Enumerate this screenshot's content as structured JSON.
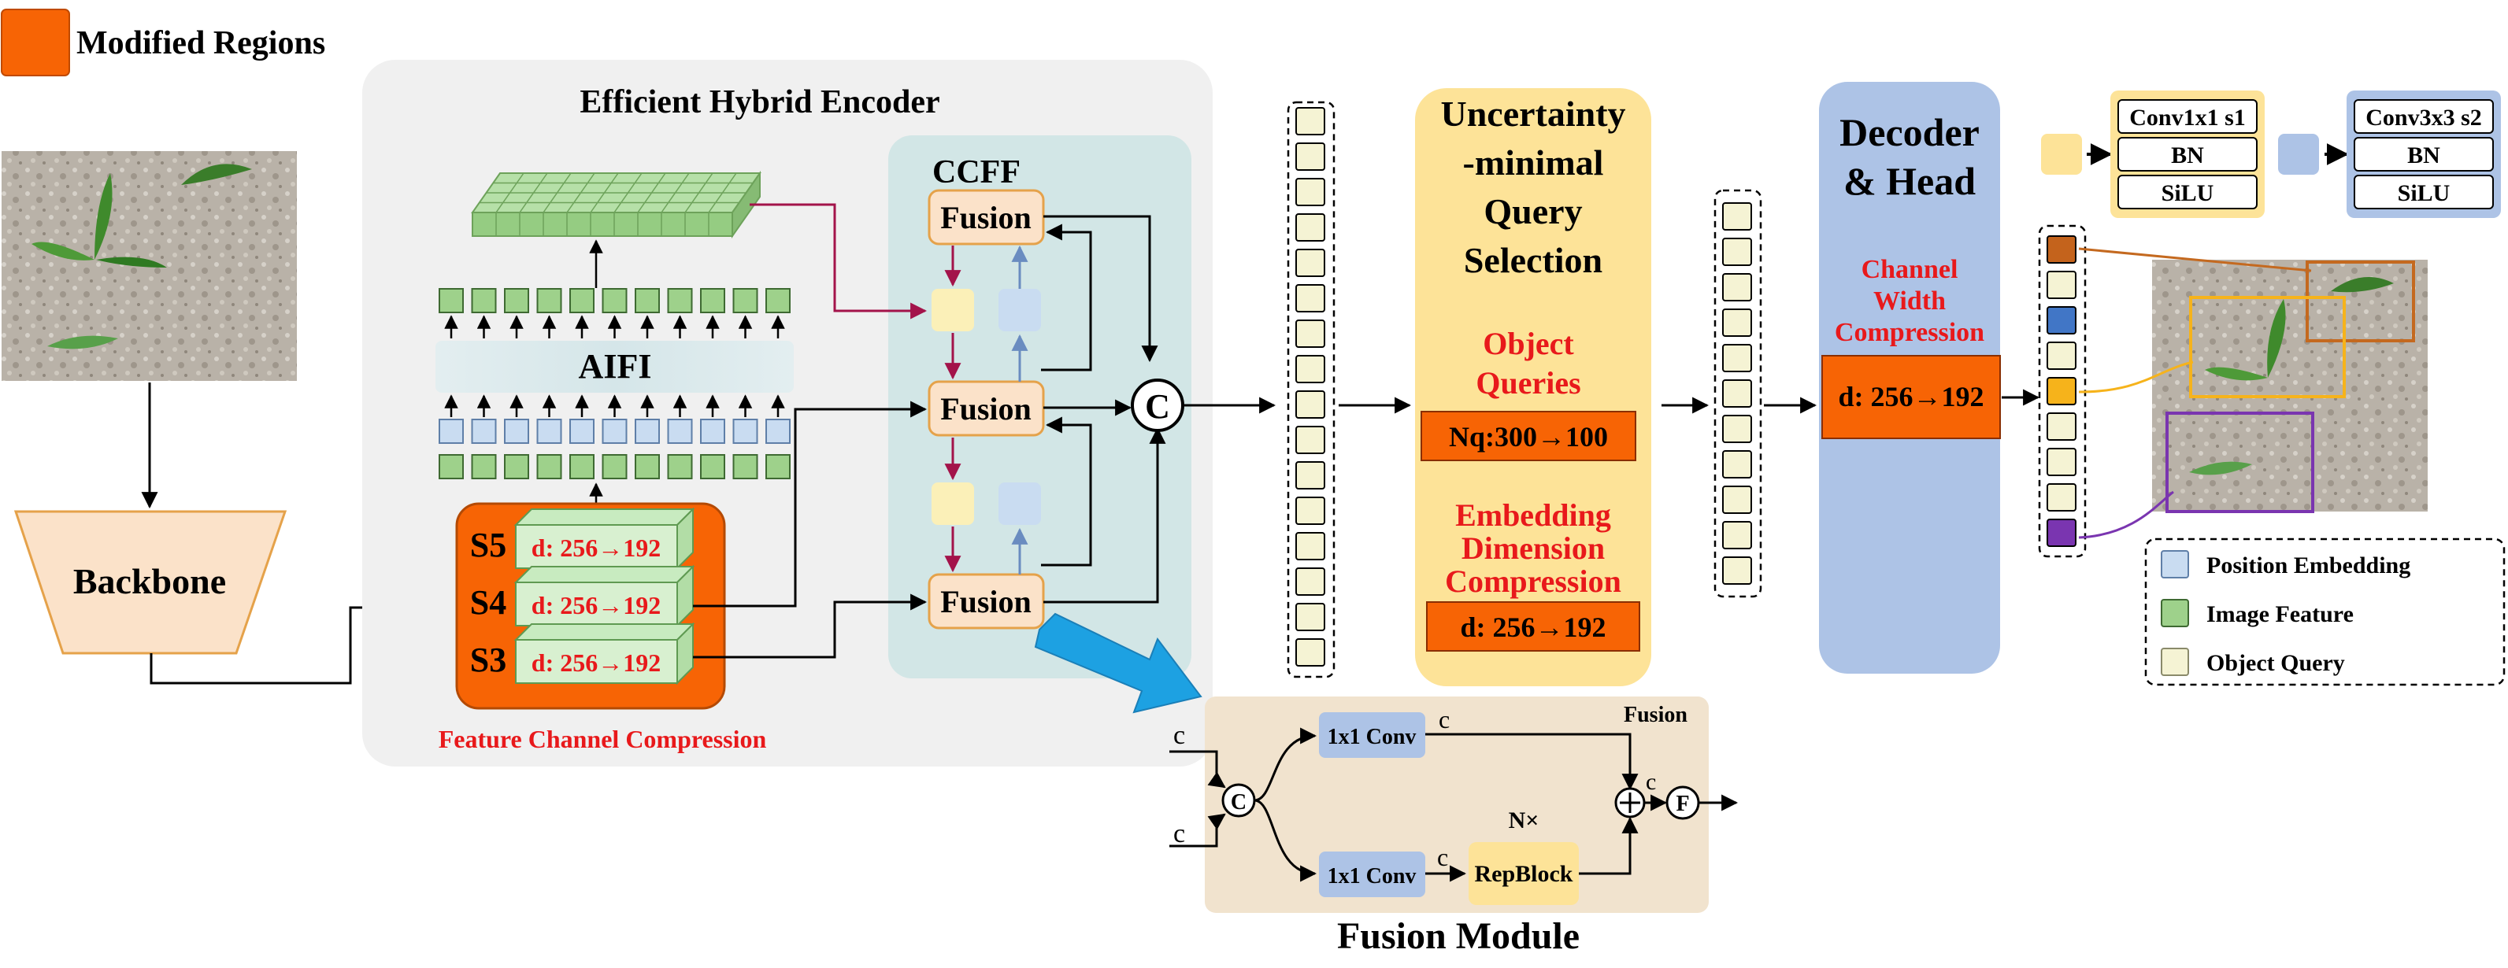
{
  "legend_top": {
    "label": "Modified Regions",
    "color": "#f76405"
  },
  "encoder": {
    "title": "Efficient Hybrid Encoder",
    "aifi": "AIFI",
    "ccff": "CCFF",
    "feature_caption": "Feature Channel Compression"
  },
  "scales": [
    {
      "tag": "S5",
      "dim": "d: 256→192"
    },
    {
      "tag": "S4",
      "dim": "d: 256→192"
    },
    {
      "tag": "S3",
      "dim": "d: 256→192"
    }
  ],
  "fusion_label": "Fusion",
  "concat_symbol": "C",
  "backbone": "Backbone",
  "uqs": {
    "title_lines": [
      "Uncertainty",
      "-minimal",
      "Query",
      "Selection"
    ],
    "queries_label_lines": [
      "Object",
      "Queries"
    ],
    "queries_value": "Nq:300→100",
    "embed_label_lines": [
      "Embedding",
      "Dimension",
      "Compression"
    ],
    "embed_value": "d: 256→192"
  },
  "decoder": {
    "title_lines": [
      "Decoder",
      "& Head"
    ],
    "comp_lines": [
      "Channel",
      "Width",
      "Compression"
    ],
    "value": "d: 256→192"
  },
  "block_legend": {
    "left": [
      "Conv1x1 s1",
      "BN",
      "SiLU"
    ],
    "right": [
      "Conv3x3 s2",
      "BN",
      "SiLU"
    ]
  },
  "legend_bottom": [
    {
      "label": "Position Embedding",
      "color": "#c9dcf1"
    },
    {
      "label": "Image Feature",
      "color": "#9ed18b"
    },
    {
      "label": "Object Query",
      "color": "#f5f3d4"
    }
  ],
  "fusion_module": {
    "title": "Fusion Module",
    "inner_title": "Fusion",
    "conv_top": "1x1 Conv",
    "conv_bottom": "1x1 Conv",
    "repblock": "RepBlock",
    "repeat": "N×",
    "c_labels": [
      "c",
      "c",
      "c",
      "c",
      "c"
    ],
    "concat": "C",
    "out": "F"
  },
  "colors": {
    "orange": "#f76405",
    "encoder_bg": "#f0f0f0",
    "ccff_bg": "#d2e6e6",
    "uqs_bg": "#fde398",
    "decoder_bg": "#adc3e6",
    "fusion_bg": "#f1e3ce",
    "red_text": "#e8191b",
    "arrow_blue": "#1da1e2"
  }
}
